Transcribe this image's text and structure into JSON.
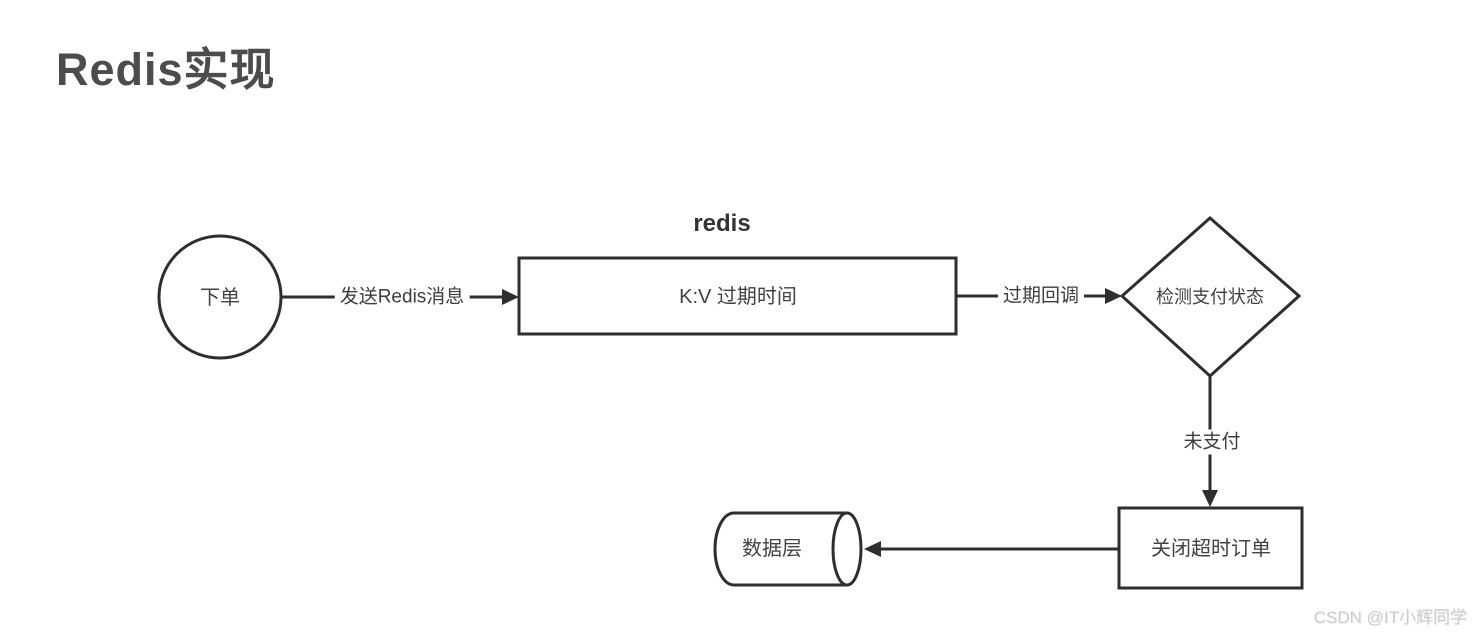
{
  "page": {
    "title": "Redis实现",
    "watermark": "CSDN @IT小辉同学",
    "background_color": "#ffffff",
    "stroke_color": "#2e2e2e",
    "node_text_color": "#424242",
    "watermark_color": "#cbcbcb"
  },
  "diagram": {
    "caption": "redis",
    "nodes": {
      "order": {
        "label": "下单",
        "shape": "circle"
      },
      "redis_kv": {
        "label": "K:V 过期时间",
        "shape": "rect"
      },
      "check_payment": {
        "label": "检测支付状态",
        "shape": "diamond"
      },
      "close_order": {
        "label": "关闭超时订单",
        "shape": "rect"
      },
      "data_layer": {
        "label": "数据层",
        "shape": "cylinder"
      }
    },
    "edges": {
      "send_redis_message": {
        "label": "发送Redis消息",
        "from": "order",
        "to": "redis_kv"
      },
      "expire_callback": {
        "label": "过期回调",
        "from": "redis_kv",
        "to": "check_payment"
      },
      "unpaid": {
        "label": "未支付",
        "from": "check_payment",
        "to": "close_order"
      },
      "write_data_layer": {
        "label": "",
        "from": "close_order",
        "to": "data_layer"
      }
    }
  }
}
